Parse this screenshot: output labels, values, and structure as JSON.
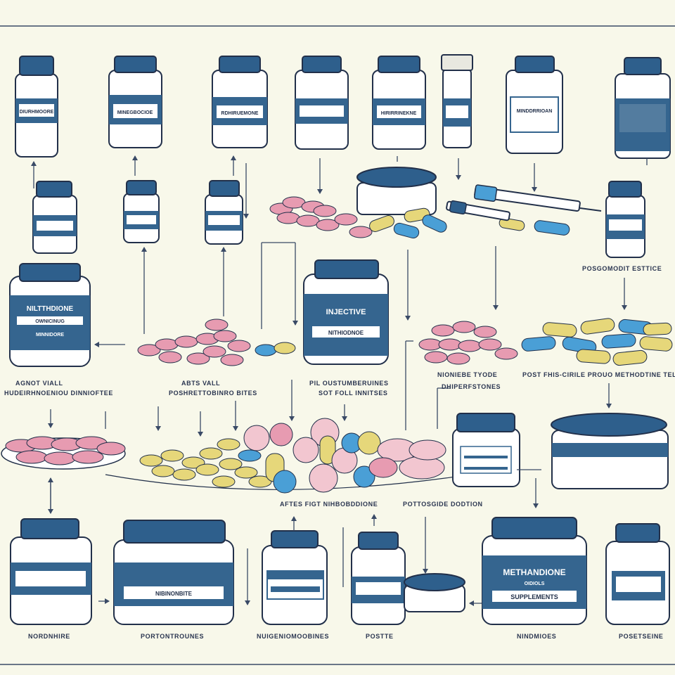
{
  "colors": {
    "background": "#f8f8ea",
    "cap": "#2e5f8c",
    "label_band": "#35658f",
    "outline": "#22304a",
    "pink_pill": "#e79bb1",
    "yellow_pill": "#e6d77a",
    "blue_pill": "#4a9fd6",
    "arrow": "#3a4a66"
  },
  "bottles": {
    "top_1": {
      "icon": "pill-bottle",
      "text": "DIURHMOORE"
    },
    "top_2": {
      "icon": "pill-bottle",
      "text": "MINEGBOCIOE"
    },
    "top_3": {
      "icon": "pill-bottle",
      "text": "RDHIRUEMONE"
    },
    "top_5": {
      "icon": "pill-bottle",
      "text": "HIRIRRINEKNE"
    },
    "top_7": {
      "icon": "pill-bottle",
      "text": "MINDDRRIOAN"
    },
    "big_left": {
      "icon": "supplement-jar",
      "line1": "NILTTHDIONE",
      "line2": "OWNICINUG",
      "line3": "MINNIDORE"
    },
    "center_jar": {
      "icon": "supplement-jar",
      "line1": "INJECTIVE",
      "line2": "NITHIODNOE"
    },
    "bottom_2": {
      "icon": "supplement-jar",
      "text": "NIBINONBITE"
    },
    "bottom_5": {
      "icon": "supplement-jar",
      "line1": "METHANDIONE",
      "line2": "OIDIOLS",
      "line3": "SUPPLEMENTS"
    }
  },
  "labels": {
    "right_bottle": "POSGOMODIT ESTTICE",
    "left_1": "AGNOT VIALL",
    "left_2": "HUDEIRHNOENIOU DINNIOFTEE",
    "mid_1": "ABTS VALL",
    "mid_2": "POSHRETTOBINRO BITES",
    "center_1": "PIL OUSTUMBERUINES",
    "center_2": "SOT FOLL INNITSES",
    "right_1": "NIONIEBE TYODE",
    "right_2": "DHIPERFSTONES",
    "far_right": "POST FHIS-CIRILE PROUO METHODTINE TELLE",
    "below_1": "AFTES FIGT NIHBOBDDIONE",
    "below_2": "POTTOSGIDE DODTION",
    "bottom_1": "NORDNHIRE",
    "bottom_2": "PORTONTROUNES",
    "bottom_3": "NUIGENIOMOOBINES",
    "bottom_4": "POSTTE",
    "bottom_5": "NINDMIOES",
    "bottom_6": "POSETSEINE"
  }
}
